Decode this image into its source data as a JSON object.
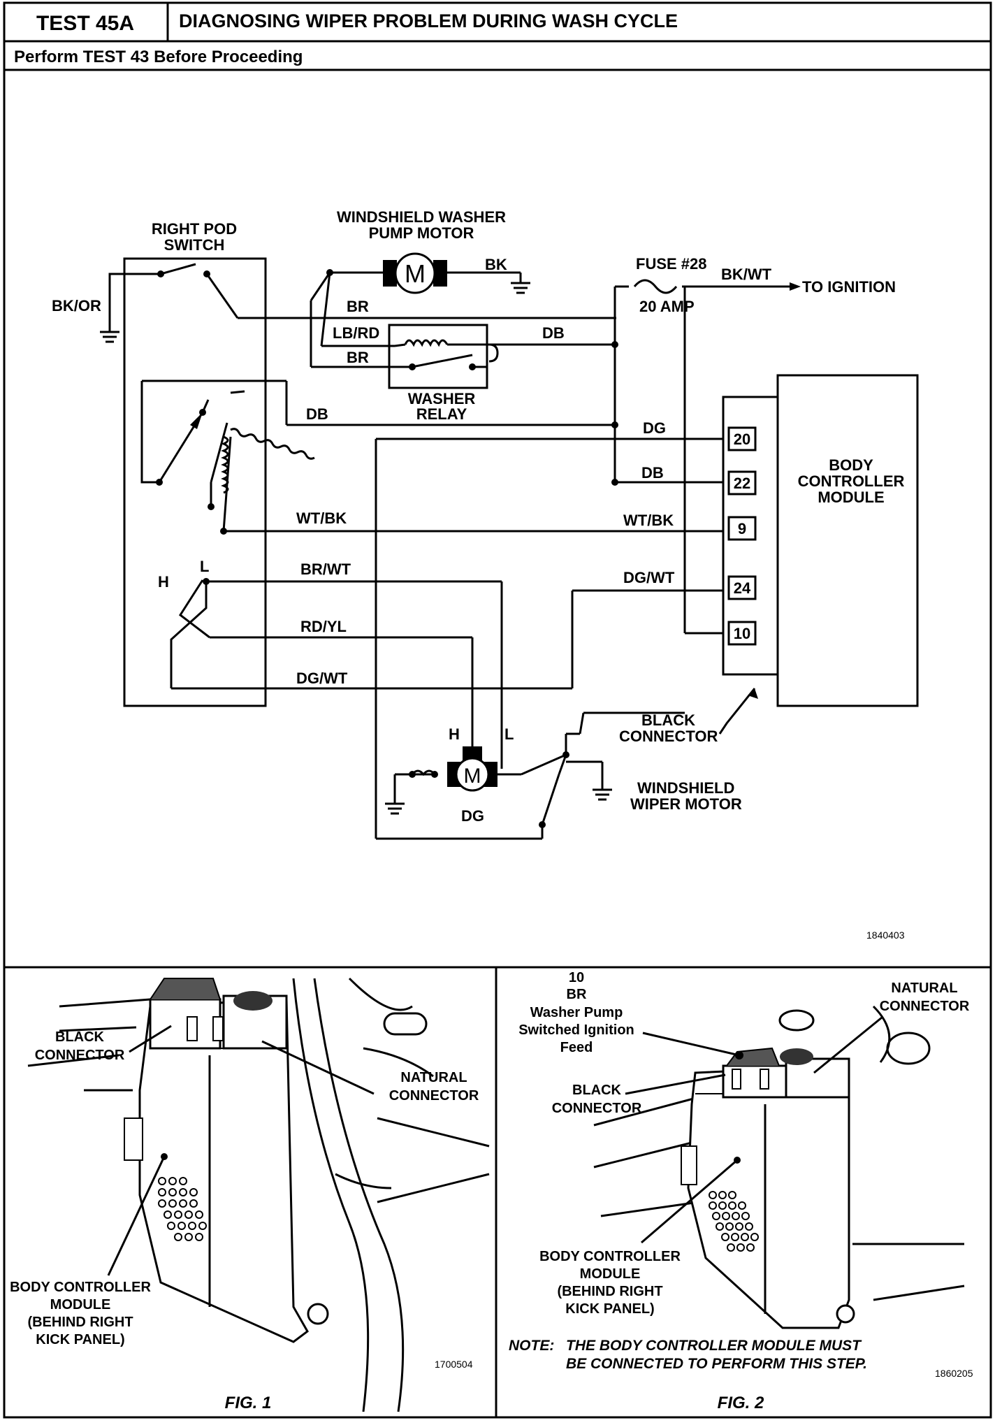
{
  "header": {
    "test_id": "TEST 45A",
    "title": "DIAGNOSING WIPER PROBLEM DURING WASH CYCLE",
    "prerequisite": "Perform TEST 43 Before Proceeding"
  },
  "schematic": {
    "components": {
      "right_pod_switch": [
        "RIGHT POD",
        "SWITCH"
      ],
      "washer_pump_motor": [
        "WINDSHIELD WASHER",
        "PUMP MOTOR"
      ],
      "washer_relay": [
        "WASHER",
        "RELAY"
      ],
      "fuse": [
        "FUSE #28",
        "20 AMP"
      ],
      "to_ignition": "TO IGNITION",
      "body_controller_module": [
        "BODY",
        "CONTROLLER",
        "MODULE"
      ],
      "black_connector": [
        "BLACK",
        "CONNECTOR"
      ],
      "wiper_motor": [
        "WINDSHIELD",
        "WIPER MOTOR"
      ],
      "motor_symbol": "M",
      "switch_h": "H",
      "switch_l": "L",
      "motor_h": "H",
      "motor_l": "L"
    },
    "wires": {
      "bk_or": "BK/OR",
      "bk": "BK",
      "br_top": "BR",
      "lb_rd": "LB/RD",
      "br_relay": "BR",
      "db_relay": "DB",
      "bk_wt": "BK/WT",
      "db_switch": "DB",
      "dg": "DG",
      "db_22": "DB",
      "wt_bk_left": "WT/BK",
      "wt_bk_right": "WT/BK",
      "br_wt": "BR/WT",
      "dg_wt_right": "DG/WT",
      "rd_yl": "RD/YL",
      "dg_wt_left": "DG/WT",
      "dg_motor": "DG"
    },
    "pins": [
      "20",
      "22",
      "9",
      "24",
      "10"
    ],
    "figure_id": "1840403"
  },
  "fig1": {
    "black_connector": [
      "BLACK",
      "CONNECTOR"
    ],
    "natural_connector": [
      "NATURAL",
      "CONNECTOR"
    ],
    "bcm": [
      "BODY CONTROLLER",
      "MODULE",
      "(BEHIND RIGHT",
      "KICK PANEL)"
    ],
    "figure_id": "1700504",
    "caption": "FIG. 1"
  },
  "fig2": {
    "feed": [
      "10",
      "BR",
      "Washer Pump",
      "Switched Ignition",
      "Feed"
    ],
    "natural_connector": [
      "NATURAL",
      "CONNECTOR"
    ],
    "black_connector": [
      "BLACK",
      "CONNECTOR"
    ],
    "bcm": [
      "BODY CONTROLLER",
      "MODULE",
      "(BEHIND RIGHT",
      "KICK PANEL)"
    ],
    "note_label": "NOTE:",
    "note": [
      "THE BODY CONTROLLER MODULE MUST",
      "BE CONNECTED TO PERFORM THIS STEP."
    ],
    "figure_id": "1860205",
    "caption": "FIG. 2"
  }
}
